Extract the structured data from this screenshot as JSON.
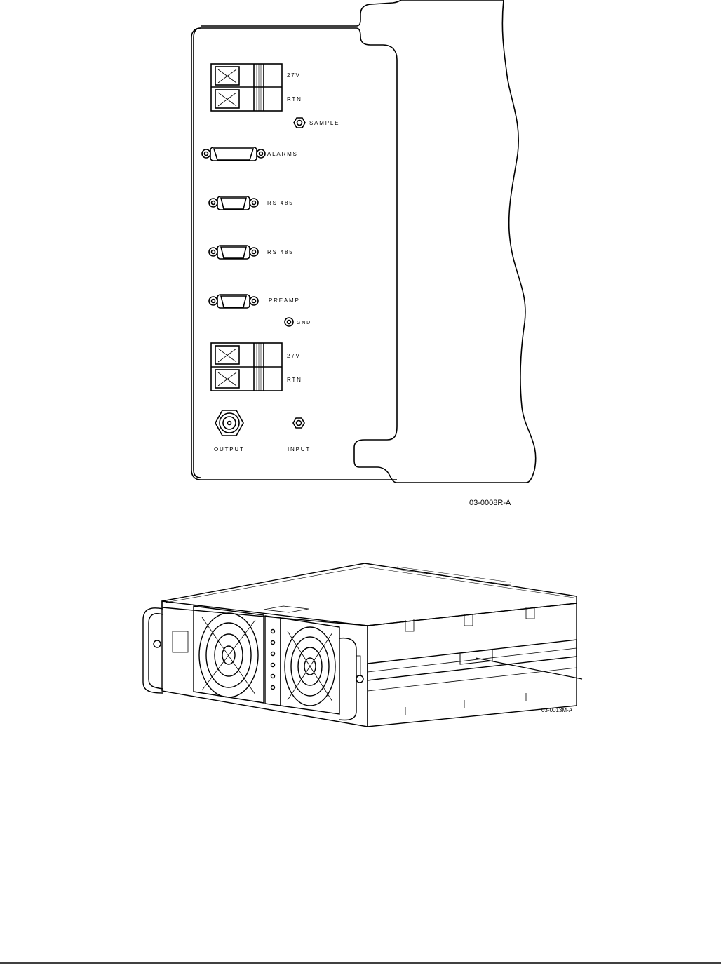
{
  "figure_top": {
    "labels": {
      "top_27v": "27V",
      "top_rtn": "RTN",
      "sample": "SAMPLE",
      "alarms": "ALARMS",
      "rs485_a": "RS 485",
      "rs485_b": "RS 485",
      "preamp": "PREAMP",
      "gnd": "GND",
      "bottom_27v": "27V",
      "bottom_rtn": "RTN",
      "output": "OUTPUT",
      "input": "INPUT"
    },
    "drawing_id": "03-0008R-A"
  },
  "figure_bottom": {
    "drawing_id": "03-0013M-A"
  },
  "colors": {
    "line": "#000000",
    "paper": "#ffffff"
  }
}
